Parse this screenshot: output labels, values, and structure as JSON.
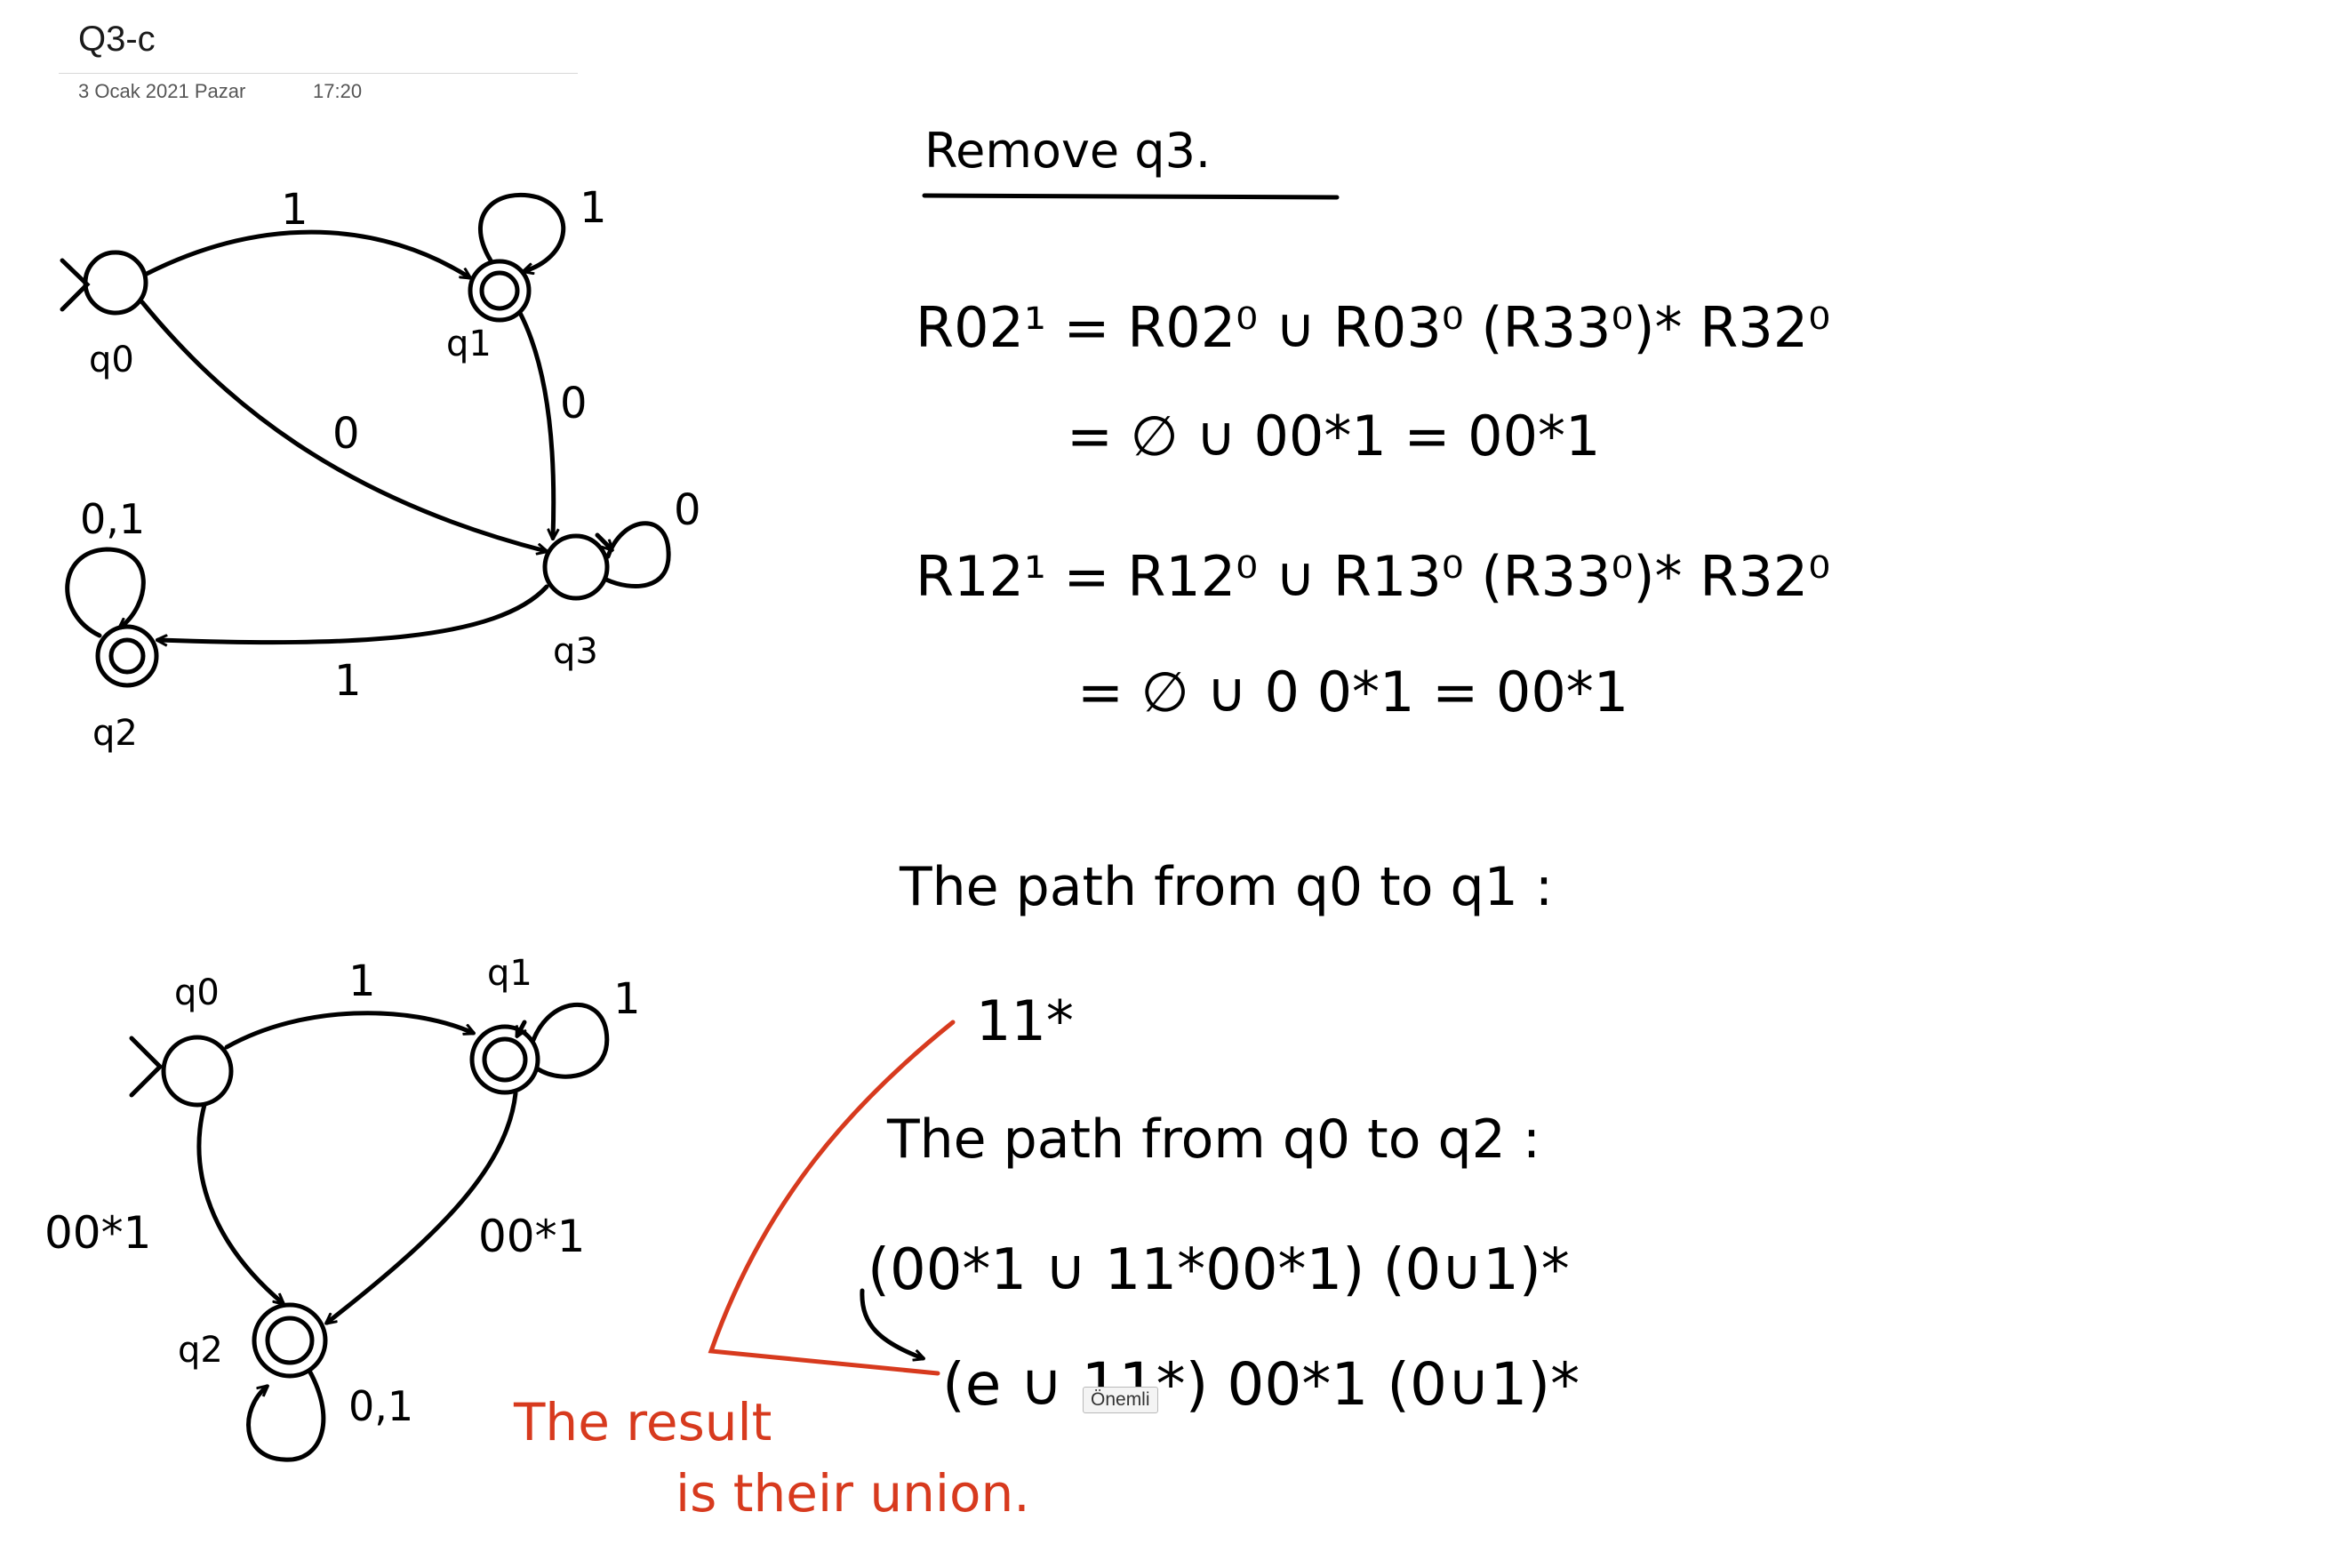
{
  "page": {
    "title": "Q3-c",
    "date": "3 Ocak 2021 Pazar",
    "time": "17:20",
    "tag": "Önemli"
  },
  "diagram1": {
    "states": [
      "q0",
      "q1",
      "q2",
      "q3"
    ],
    "edges": {
      "q0_q1": "1",
      "q1_loop": "1",
      "q1_q3": "0",
      "q0_q3": "0",
      "q3_loop": "0",
      "q3_q2": "1",
      "q2_loop": "0,1"
    }
  },
  "diagram2": {
    "states": [
      "q0",
      "q1",
      "q2"
    ],
    "edges": {
      "q0_q1": "1",
      "q1_loop": "1",
      "q0_q2": "00*1",
      "q1_q2": "00*1",
      "q2_loop": "0,1"
    }
  },
  "notes": {
    "heading": "Remove q3.",
    "line1": "R02¹ = R02⁰ ∪ R03⁰ (R33⁰)* R32⁰",
    "line2": "= ∅ ∪ 00*1   = 00*1",
    "line3": "R12¹ = R12⁰ ∪ R13⁰ (R33⁰)* R32⁰",
    "line4": "= ∅ ∪ 0 0*1 = 00*1",
    "path1_label": "The path from q0 to q1 :",
    "path1_expr": "11*",
    "path2_label": "The path from q0 to q2 :",
    "path2_expr": "(00*1 ∪ 11*00*1) (0∪1)*",
    "result_expr": "(e ∪ 11*) 00*1  (0∪1)*"
  },
  "annotation": {
    "line1": "The result",
    "line2": "is their union."
  },
  "colors": {
    "ink": "#000000",
    "annotation": "#d73a1e"
  }
}
